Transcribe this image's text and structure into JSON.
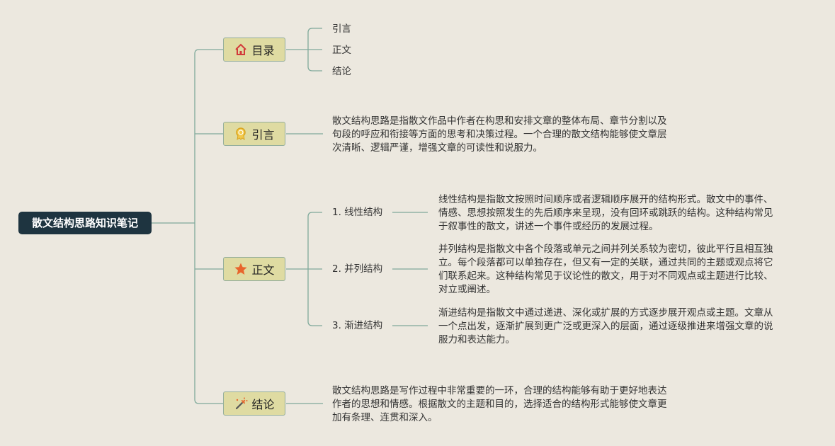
{
  "root": {
    "title": "散文结构思路知识笔记"
  },
  "branches": [
    {
      "label": "目录",
      "icon": "home-icon",
      "children": [
        "引言",
        "正文",
        "结论"
      ]
    },
    {
      "label": "引言",
      "icon": "medal-icon",
      "text": [
        "散文结构思路是指散文作品中作者在构思和安排文章的整体布局、章节分割以及",
        "句段的呼应和衔接等方面的思考和决策过程。一个合理的散文结构能够使文章层",
        "次清晰、逻辑严谨，增强文章的可读性和说服力。"
      ]
    },
    {
      "label": "正文",
      "icon": "star-icon",
      "children": [
        {
          "label": "1. 线性结构",
          "text": [
            "线性结构是指散文按照时间顺序或者逻辑顺序展开的结构形式。散文中的事件、",
            "情感、思想按照发生的先后顺序来呈现，没有回环或跳跃的结构。这种结构常见",
            "于叙事性的散文，讲述一个事件或经历的发展过程。"
          ]
        },
        {
          "label": "2. 并列结构",
          "text": [
            "并列结构是指散文中各个段落或单元之间并列关系较为密切，彼此平行且相互独",
            "立。每个段落都可以单独存在，但又有一定的关联，通过共同的主题或观点将它",
            "们联系起来。这种结构常见于议论性的散文，用于对不同观点或主题进行比较、",
            "对立或阐述。"
          ]
        },
        {
          "label": "3. 渐进结构",
          "text": [
            "渐进结构是指散文中通过递进、深化或扩展的方式逐步展开观点或主题。文章从",
            "一个点出发，逐渐扩展到更广泛或更深入的层面，通过逐级推进来增强文章的说",
            "服力和表达能力。"
          ]
        }
      ]
    },
    {
      "label": "结论",
      "icon": "magic-wand-icon",
      "text": [
        "散文结构思路是写作过程中非常重要的一环，合理的结构能够有助于更好地表达",
        "作者的思想和情感。根据散文的主题和目的，选择适合的结构形式能够使文章更",
        "加有条理、连贯和深入。"
      ]
    }
  ],
  "colors": {
    "line": "#7fa99b",
    "root_bg": "#1e3440",
    "branch_bg": "#dfdba2",
    "background": "#ece8df"
  }
}
